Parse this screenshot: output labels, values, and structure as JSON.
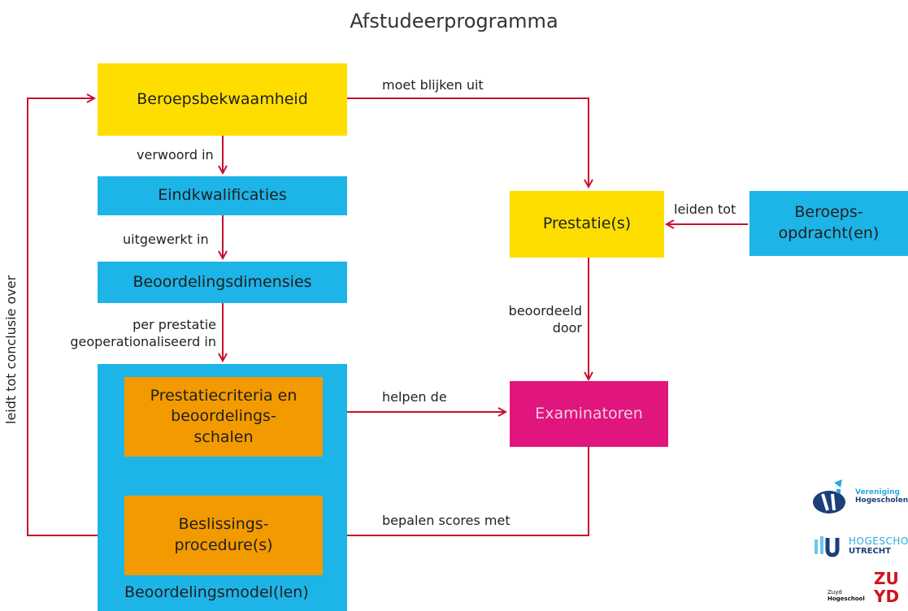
{
  "title": "Afstudeerprogramma",
  "boxes": {
    "beroepsbekwaamheid": "Beroepsbekwaamheid",
    "eindkwalificaties": "Eindkwalificaties",
    "beoordelingsdimensies": "Beoordelingsdimensies",
    "prestatiecriteria": "Prestatiecriteria en\nbeoordelings-\nschalen",
    "beslissingsprocedure": "Beslissings-\nprocedure(s)",
    "beoordelingsmodel": "Beoordelingsmodel(len)",
    "prestaties": "Prestatie(s)",
    "beroepsopdracht": "Beroeps-\nopdracht(en)",
    "examinatoren": "Examinatoren"
  },
  "connectors": {
    "moet_blijken_uit": "moet blijken uit",
    "verwoord_in": "verwoord in",
    "uitgewerkt_in": "uitgewerkt in",
    "per_prestatie": "per prestatie\ngeoperationaliseerd in",
    "leiden_tot": "leiden tot",
    "beoordeeld_door": "beoordeeld\ndoor",
    "helpen_de": "helpen de",
    "bepalen_scores_met": "bepalen scores met",
    "leidt_tot_conclusie_over": "leidt tot conclusie over"
  },
  "logos": {
    "vereniging_line1": "Vereniging",
    "vereniging_line2": "Hogescholen",
    "hu_line1": "HOGESCHOOL",
    "hu_line2": "UTRECHT",
    "zuyd_small_1": "Zuyd",
    "zuyd_small_2": "Hogeschool",
    "zuyd_big_1": "ZU",
    "zuyd_big_2": "YD"
  },
  "colors": {
    "yellow": "#fede00",
    "blue": "#1db4e8",
    "orange": "#f39a00",
    "magenta": "#e0157e",
    "arrow": "#c8102e"
  }
}
